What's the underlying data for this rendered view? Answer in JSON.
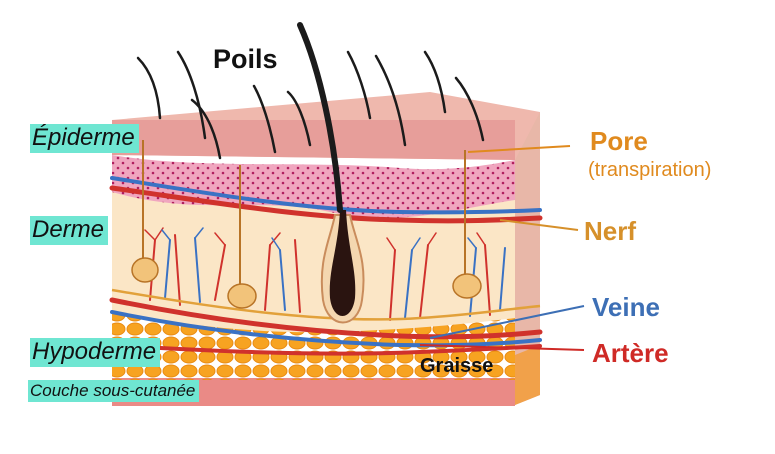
{
  "labels": {
    "poils": "Poils",
    "epiderme": "Épiderme",
    "derme": "Derme",
    "hypoderme": "Hypoderme",
    "couche": "Couche sous-cutanée",
    "pore": "Pore",
    "transpiration": "(transpiration)",
    "nerf": "Nerf",
    "veine": "Veine",
    "artere": "Artère",
    "graisse": "Graisse"
  },
  "colors": {
    "highlight": "#6fe6d2",
    "pore": "#e08a1e",
    "nerf": "#d6902a",
    "veine": "#3d6fb5",
    "artere": "#cf2a26"
  }
}
